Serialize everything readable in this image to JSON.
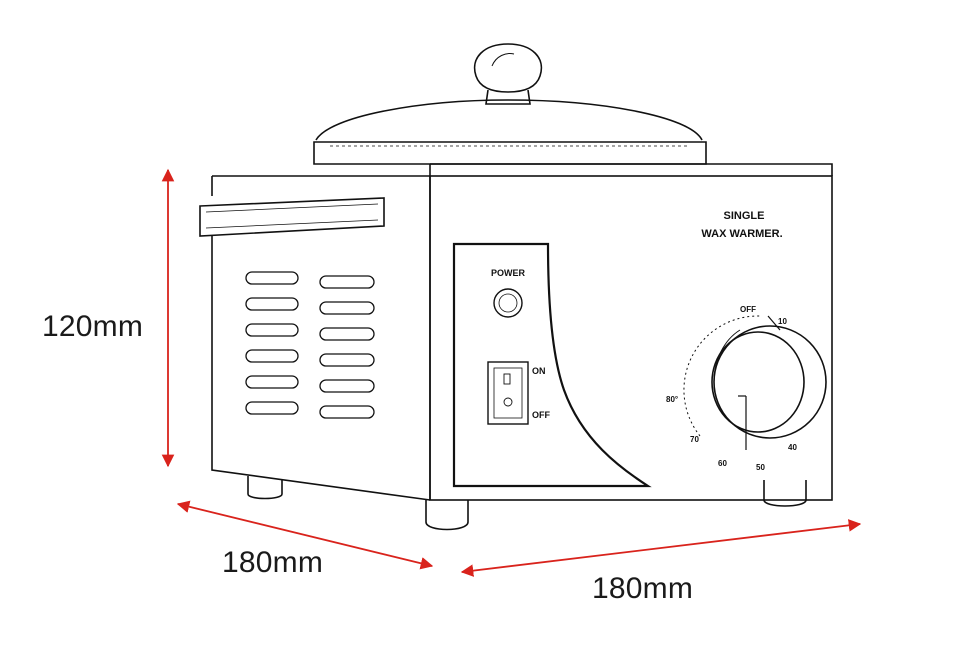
{
  "dimensions": {
    "height": "120mm",
    "depth": "180mm",
    "width": "180mm"
  },
  "product": {
    "label_line1": "SINGLE",
    "label_line2": "WAX WARMER.",
    "power_label": "POWER",
    "switch_on": "ON",
    "switch_off": "OFF",
    "dial_marks": [
      "OFF",
      "10",
      "40",
      "50",
      "60",
      "70",
      "80°"
    ]
  },
  "colors": {
    "dimension_arrow": "#d9231c",
    "outline": "#111111"
  }
}
